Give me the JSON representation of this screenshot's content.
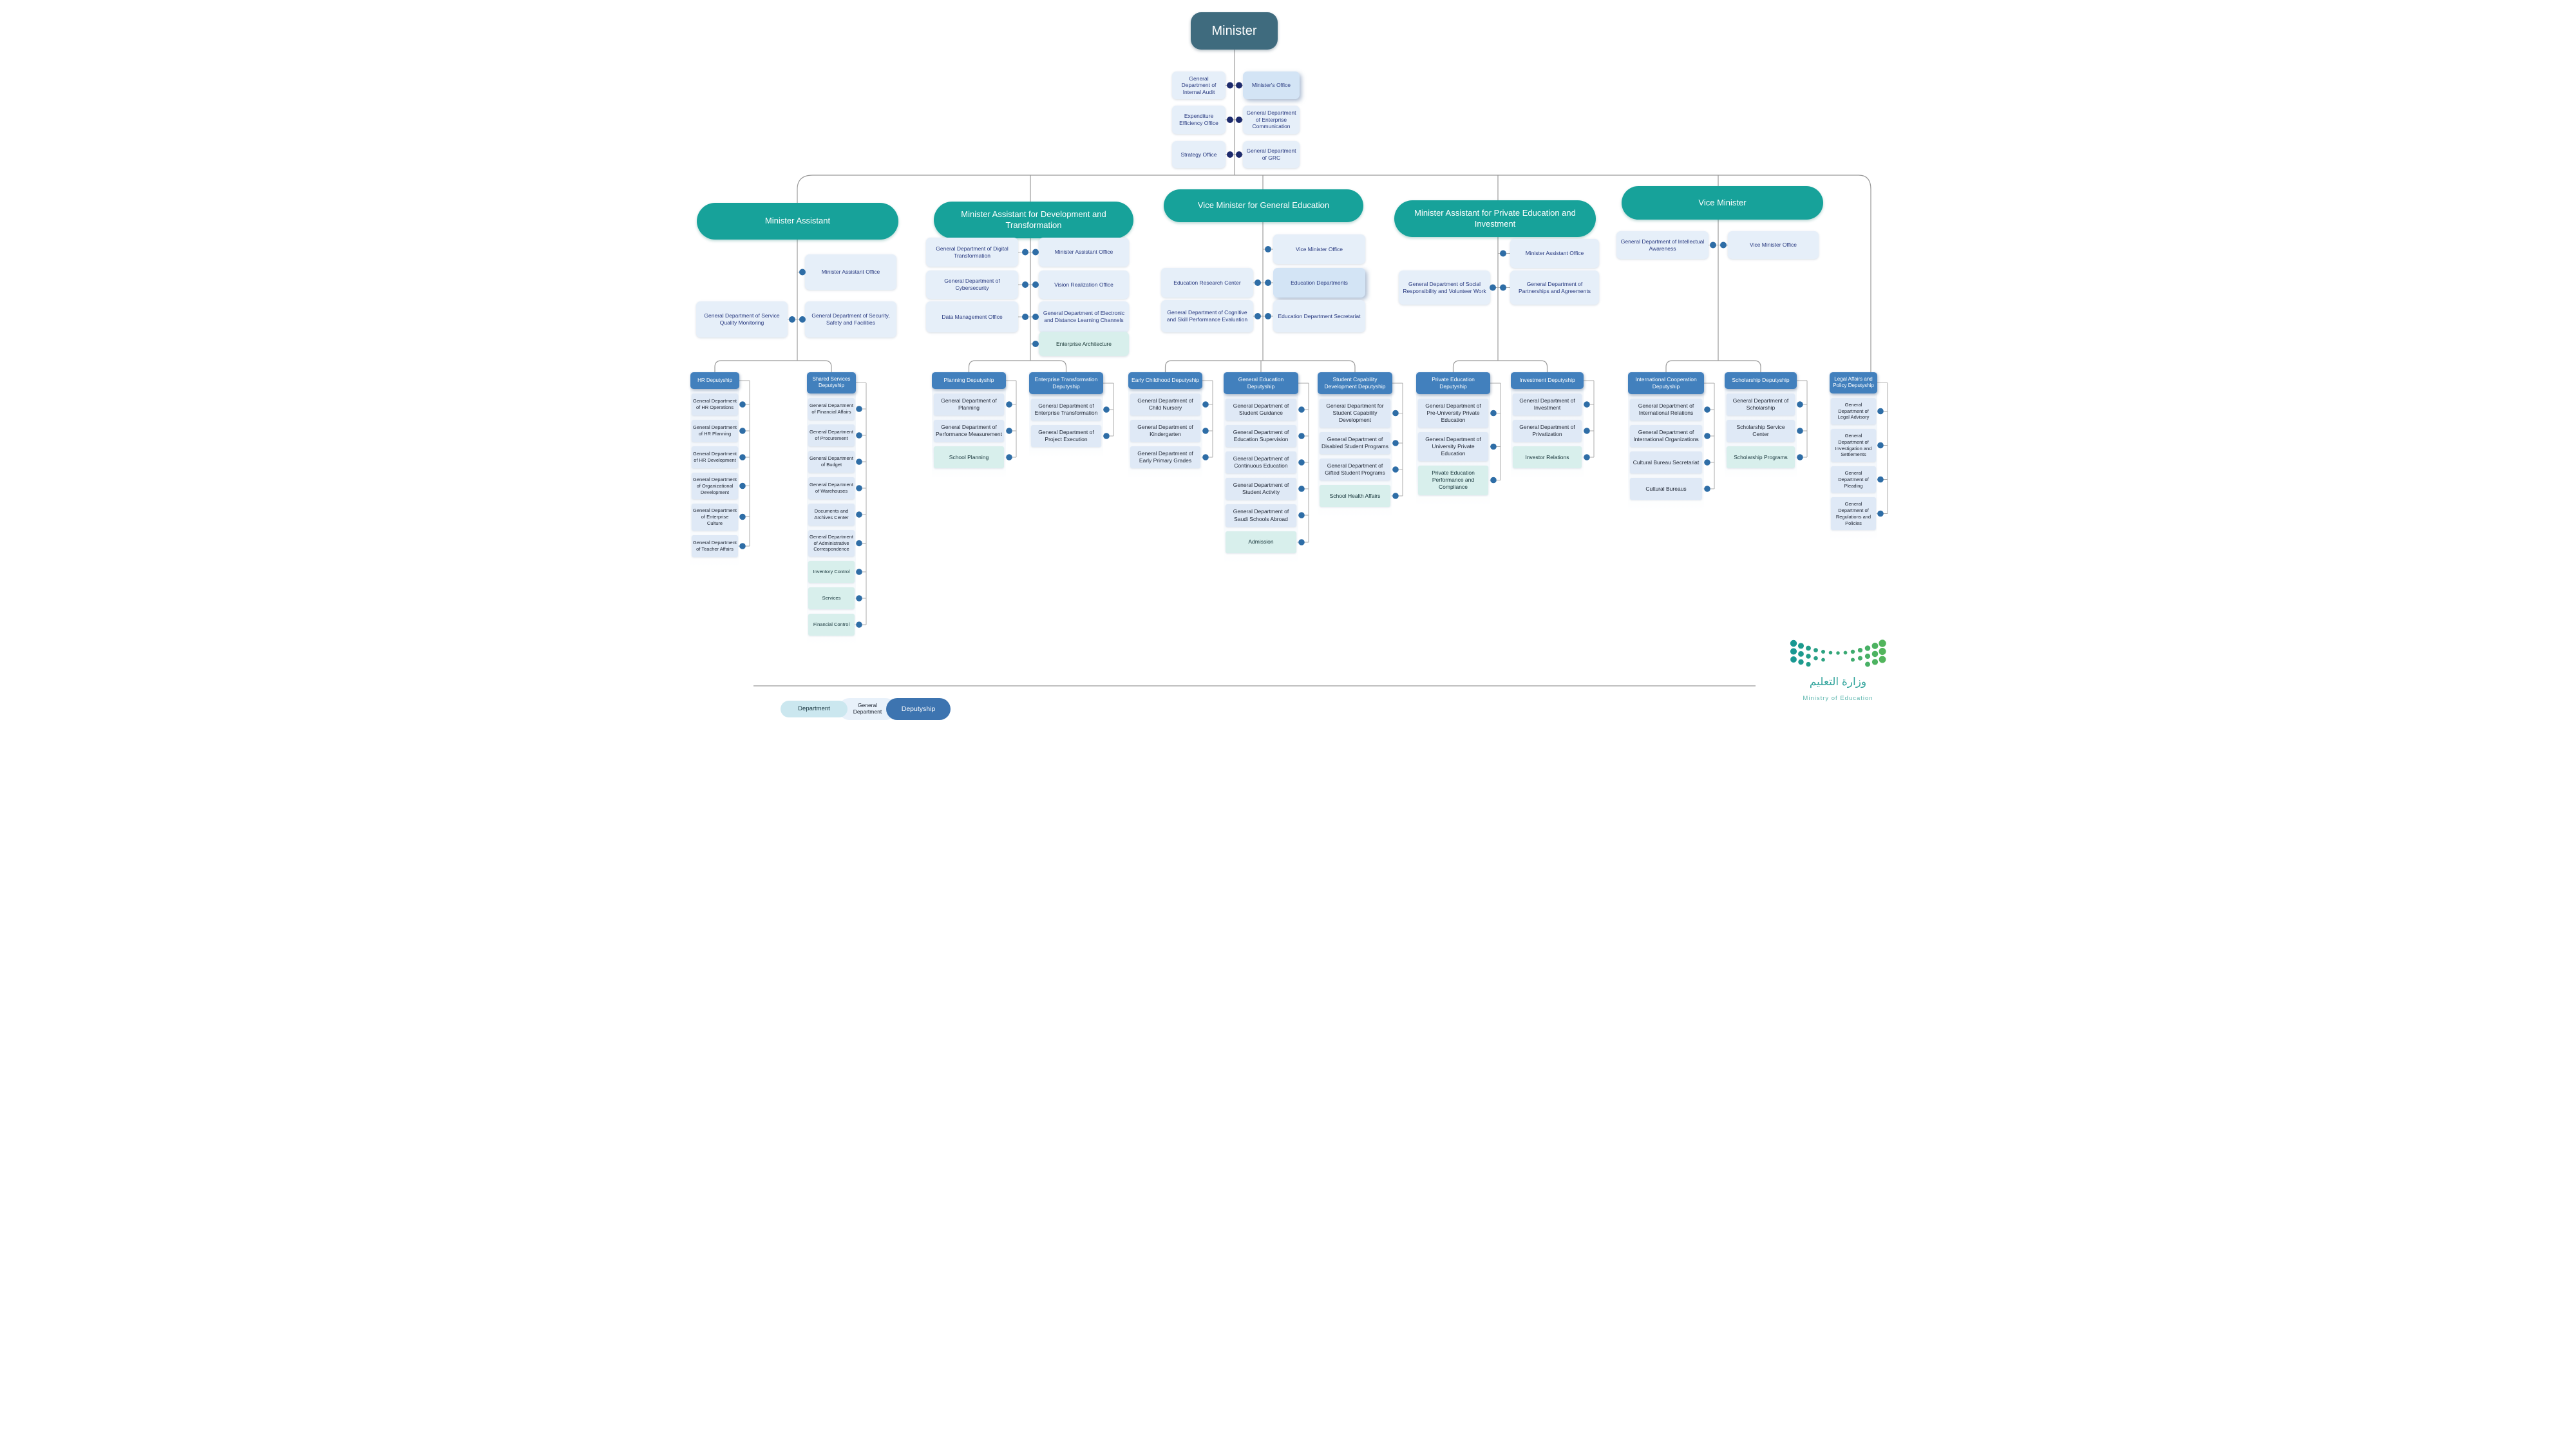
{
  "minister": {
    "label": "Minister"
  },
  "minister_offices": [
    {
      "left": "General Department of Internal Audit",
      "right": "Minister's Office",
      "right_kind": "highlight"
    },
    {
      "left": "Expenditure Efficiency Office",
      "right": "General Department of Enterprise Communication"
    },
    {
      "left": "Strategy Office",
      "right": "General Department of GRC"
    }
  ],
  "branches": [
    {
      "id": "ma",
      "label": "Minister Assistant",
      "offices": [
        {
          "right": "Minister Assistant Office"
        },
        {
          "left": "General Department of Service Quality Monitoring",
          "right": "General Department of Security, Safety and Facilities"
        }
      ]
    },
    {
      "id": "dev",
      "label": "Minister Assistant for Development and Transformation",
      "offices": [
        {
          "left": "General Department of Digital Transformation",
          "right": "Minister Assistant Office"
        },
        {
          "left": "General Department of Cybersecurity",
          "right": "Vision Realization Office"
        },
        {
          "left": "Data Management Office",
          "right": "General Department of Electronic and Distance Learning Channels"
        },
        {
          "right": "Enterprise Architecture",
          "right_kind": "dept"
        }
      ]
    },
    {
      "id": "vmge",
      "label": "Vice Minister for General Education",
      "offices": [
        {
          "right": "Vice Minister Office"
        },
        {
          "left": "Education Research Center",
          "right": "Education Departments",
          "right_kind": "highlight"
        },
        {
          "left": "General Department of Cognitive and Skill Performance Evaluation",
          "right": "Education Department Secretariat"
        }
      ]
    },
    {
      "id": "pei",
      "label": "Minister Assistant for Private Education and Investment",
      "offices": [
        {
          "right": "Minister Assistant Office"
        },
        {
          "left": "General Department of Social Responsibility and Volunteer Work",
          "right": "General Department of Partnerships and Agreements"
        }
      ]
    },
    {
      "id": "vm",
      "label": "Vice Minister",
      "offices": [
        {
          "left": "General Department of Intellectual Awareness",
          "right": "Vice Minister Office"
        }
      ]
    }
  ],
  "columns": [
    {
      "id": "hr",
      "header": "HR Deputyship",
      "items": [
        {
          "label": "General Department of HR Operations"
        },
        {
          "label": "General Department of HR Planning"
        },
        {
          "label": "General Department of HR Development"
        },
        {
          "label": "General Department of Organizational Development"
        },
        {
          "label": "General Department of Enterprise Culture"
        },
        {
          "label": "General Department of Teacher Affairs"
        }
      ]
    },
    {
      "id": "ss",
      "header": "Shared Services Deputyship",
      "items": [
        {
          "label": "General Department of Financial Affairs"
        },
        {
          "label": "General Department of Procurement"
        },
        {
          "label": "General Department of Budget"
        },
        {
          "label": "General Department of Warehouses"
        },
        {
          "label": "Documents and Archives Center"
        },
        {
          "label": "General Department of Administrative Correspondence"
        },
        {
          "label": "Inventory Control",
          "kind": "dept"
        },
        {
          "label": "Services",
          "kind": "dept"
        },
        {
          "label": "Financial Control",
          "kind": "dept"
        }
      ]
    },
    {
      "id": "pl",
      "header": "Planning Deputyship",
      "items": [
        {
          "label": "General Department of Planning"
        },
        {
          "label": "General Department of Performance Measurement"
        },
        {
          "label": "School Planning",
          "kind": "dept"
        }
      ]
    },
    {
      "id": "et",
      "header": "Enterprise Transformation Deputyship",
      "items": [
        {
          "label": "General Department of Enterprise Transformation"
        },
        {
          "label": "General Department of Project Execution"
        }
      ]
    },
    {
      "id": "ec",
      "header": "Early Childhood Deputyship",
      "items": [
        {
          "label": "General Department of Child Nursery"
        },
        {
          "label": "General Department of Kindergarten"
        },
        {
          "label": "General Department of Early Primary Grades"
        }
      ]
    },
    {
      "id": "ge",
      "header": "General Education Deputyship",
      "items": [
        {
          "label": "General Department of Student Guidance"
        },
        {
          "label": "General Department of Education Supervision"
        },
        {
          "label": "General Department of Continuous Education"
        },
        {
          "label": "General Department of Student Activity"
        },
        {
          "label": "General Department of Saudi Schools Abroad"
        },
        {
          "label": "Admission",
          "kind": "dept"
        }
      ]
    },
    {
      "id": "sc",
      "header": "Student Capability Development Deputyship",
      "items": [
        {
          "label": "General Department for Student Capability Development"
        },
        {
          "label": "General Department of Disabled Student Programs"
        },
        {
          "label": "General Department of Gifted Student Programs"
        },
        {
          "label": "School Health Affairs",
          "kind": "dept"
        }
      ]
    },
    {
      "id": "pe",
      "header": "Private Education Deputyship",
      "items": [
        {
          "label": "General Department of Pre-University Private Education"
        },
        {
          "label": "General Department of University Private Education"
        },
        {
          "label": "Private Education Performance and Compliance",
          "kind": "dept"
        }
      ]
    },
    {
      "id": "inv",
      "header": "Investment Deputyship",
      "items": [
        {
          "label": "General Department of Investment"
        },
        {
          "label": "General Department of Privatization"
        },
        {
          "label": "Investor Relations",
          "kind": "dept"
        }
      ]
    },
    {
      "id": "ic",
      "header": "International Cooperation Deputyship",
      "items": [
        {
          "label": "General Department of International Relations"
        },
        {
          "label": "General Department of International Organizations"
        },
        {
          "label": "Cultural Bureau Secretariat"
        },
        {
          "label": "Cultural Bureaus"
        }
      ]
    },
    {
      "id": "sch",
      "header": "Scholarship Deputyship",
      "items": [
        {
          "label": "General Department of Scholarship"
        },
        {
          "label": "Scholarship Service Center"
        },
        {
          "label": "Scholarship Programs",
          "kind": "dept"
        }
      ]
    },
    {
      "id": "la",
      "header": "Legal Affairs and Policy Deputyship",
      "items": [
        {
          "label": "General Department of Legal Advisory"
        },
        {
          "label": "General Department of Investigation and Settlements"
        },
        {
          "label": "General Department of Pleading"
        },
        {
          "label": "General Department of Regulations and Policies"
        }
      ]
    }
  ],
  "legend": {
    "department": "Department",
    "general_department": "General Department",
    "deputyship": "Deputyship"
  },
  "logo": {
    "arabic": "وزارة التعليم",
    "english": "Ministry of Education"
  },
  "colors": {
    "minister": "#3f6b7e",
    "branch_pill": "#17a29a",
    "deputyship_header": "#4280bd",
    "general_department": "#dfe9f6",
    "department": "#d8efec",
    "dot_navy": "#1d2b6d",
    "dot_blue": "#2e6da6",
    "line": "#9b9b9b"
  }
}
